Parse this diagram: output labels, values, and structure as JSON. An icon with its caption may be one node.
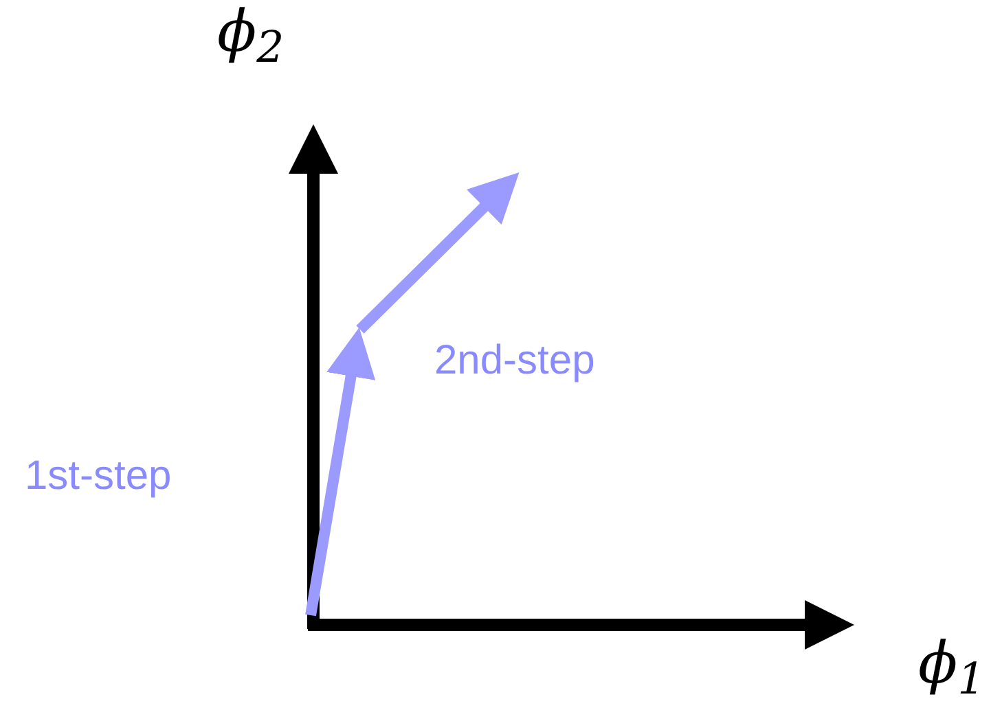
{
  "diagram": {
    "labels": [
      "ϕ$_{2}$",
      "2nd-step",
      "1st-step",
      "ϕ$_{1}$"
    ]
  }
}
